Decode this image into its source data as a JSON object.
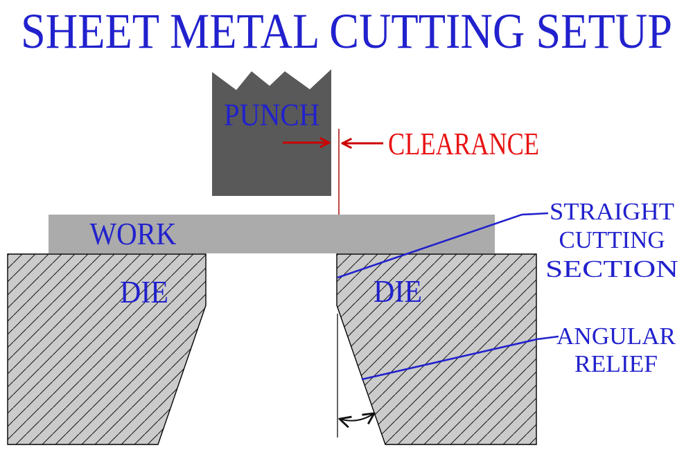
{
  "title": "SHEET METAL CUTTING SETUP",
  "diagram": {
    "punch_label": "PUNCH",
    "clearance_label": "CLEARANCE",
    "work_label": "WORK",
    "die_left_label": "DIE",
    "die_right_label": "DIE",
    "straight_cutting_line1": "STRAIGHT",
    "straight_cutting_line2": "CUTTING",
    "straight_cutting_line3": "SECTION",
    "angular_relief_line1": "ANGULAR",
    "angular_relief_line2": "RELIEF"
  },
  "colors": {
    "title_blue": "#2121cd",
    "label_blue": "#2121cd",
    "annotation_red": "#cc0000",
    "clearance_text_red": "#e81313",
    "clearance_line_red": "#b01818",
    "punch_gray": "#595959",
    "work_gray": "#ababab",
    "die_gray": "#cbcbcb",
    "hatch_black": "#1a1a1a",
    "background": "#ffffff"
  }
}
